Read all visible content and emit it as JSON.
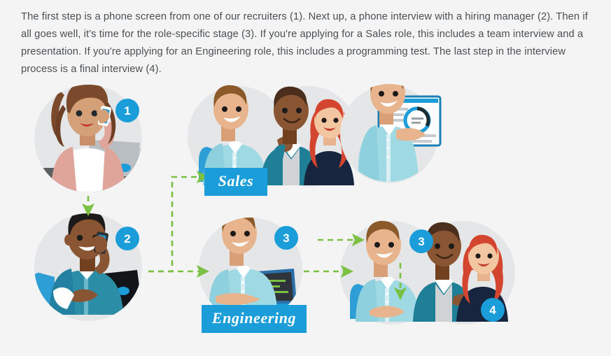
{
  "page": {
    "background_color": "#f4f4f4",
    "text_color": "#4c4f52",
    "accent_blue": "#1b9dd9",
    "connector_green": "#7ac043"
  },
  "intro": {
    "paragraph": "The first step is a phone screen from one of our recruiters (1). Next up, a phone interview with a hiring manager (2). Then if all goes well, it's time for the role-specific stage (3). If you're applying for a Sales role, this includes a team interview and a presentation. If you're applying for an Engineering role, this includes a programming test. The last step in the interview process is a final interview (4)."
  },
  "diagram": {
    "title": "interview-process-flow",
    "steps": [
      {
        "id": "phone-screen",
        "badge": "1",
        "caption": "",
        "description": "Woman on a mobile phone call at a laptop"
      },
      {
        "id": "phone-interview",
        "badge": "2",
        "caption": "",
        "description": "Man on a mobile phone call at a laptop"
      },
      {
        "id": "sales-team-interview",
        "badge": "",
        "caption": "Sales",
        "description": "Three colleagues in a team interview"
      },
      {
        "id": "sales-presentation",
        "badge": "3",
        "caption": "",
        "description": "Man presenting a slide with charts"
      },
      {
        "id": "engineering-test",
        "badge": "3",
        "caption": "Engineering",
        "description": "Man taking a programming test on a laptop"
      },
      {
        "id": "final-interview",
        "badge": "4",
        "caption": "",
        "description": "Three colleagues in a final interview"
      }
    ],
    "banners": [
      {
        "label": "Sales"
      },
      {
        "label": "Engineering"
      }
    ],
    "badges": [
      "1",
      "2",
      "3",
      "3",
      "4"
    ],
    "connectors": [
      {
        "from": "phone-screen",
        "to": "phone-interview",
        "direction": "down"
      },
      {
        "from": "phone-interview",
        "to": "sales-team-interview",
        "direction": "up-right"
      },
      {
        "from": "phone-interview",
        "to": "engineering-test",
        "direction": "right"
      },
      {
        "from": "sales-team-interview",
        "to": "sales-presentation",
        "direction": "right"
      },
      {
        "from": "sales-presentation",
        "to": "final-interview",
        "direction": "down"
      },
      {
        "from": "engineering-test",
        "to": "final-interview",
        "direction": "right"
      }
    ]
  }
}
